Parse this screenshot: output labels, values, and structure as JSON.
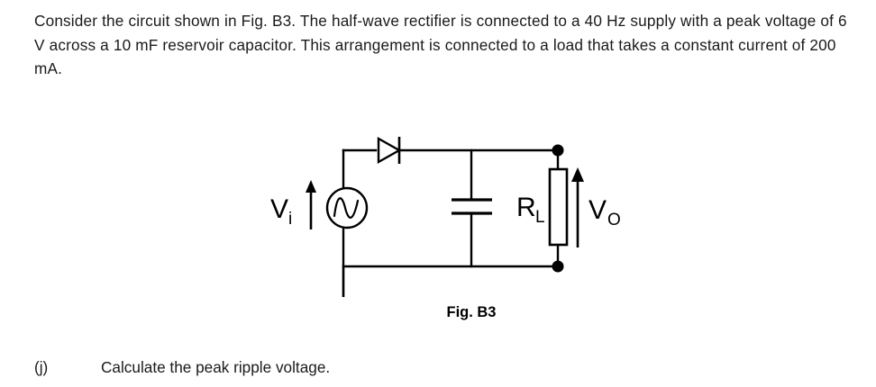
{
  "document": {
    "question_body": "Consider the circuit shown in Fig. B3. The half-wave rectifier is connected to a 40 Hz supply with a peak voltage of 6 V across a 10 mF reservoir capacitor. This arrangement is connected to a load that takes a constant current of 200 mA.",
    "figure_caption": "Fig. B3",
    "sub_question": {
      "label": "(j)",
      "text": "Calculate the peak ripple voltage."
    }
  },
  "figure": {
    "caption": "Fig. B3",
    "type": "circuit-schematic",
    "title": "Half-wave rectifier with reservoir capacitor and resistive load",
    "components": [
      {
        "name": "ac-source",
        "symbol": "sine-source-circle",
        "label": "Vi",
        "label_base": "V",
        "label_subscript": "i",
        "arrow": "up"
      },
      {
        "name": "diode",
        "symbol": "diode-triangle-bar",
        "orientation": "anode-left-cathode-right"
      },
      {
        "name": "capacitor",
        "symbol": "parallel-plate",
        "label": ""
      },
      {
        "name": "load-resistor",
        "symbol": "rectangle-box",
        "label": "RL",
        "label_base": "R",
        "label_subscript": "L"
      },
      {
        "name": "output-voltage",
        "symbol": "arrow-up",
        "label": "Vo",
        "label_base": "V",
        "label_subscript": "O",
        "arrow": "up"
      }
    ],
    "labels": {
      "vi_base": "V",
      "vi_sub": "i",
      "rl_base": "R",
      "rl_sub": "L",
      "vo_base": "V",
      "vo_sub": "O"
    },
    "colors": {
      "wire": "#000000",
      "background": "#ffffff",
      "text": "#000000"
    }
  }
}
